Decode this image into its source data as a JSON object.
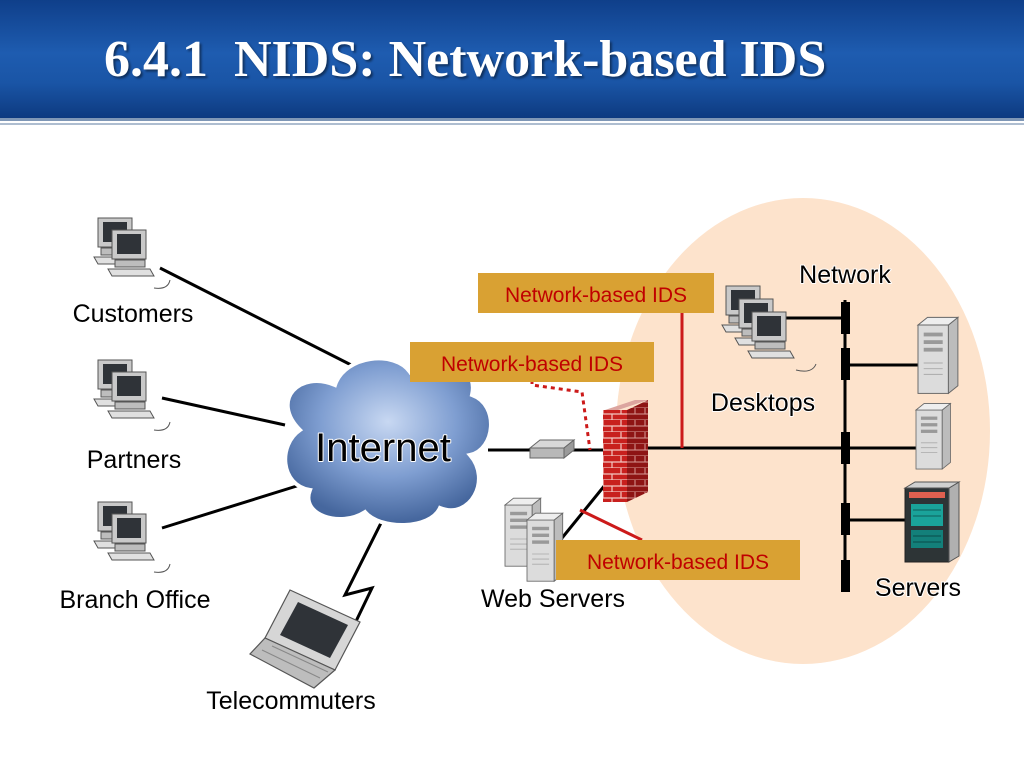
{
  "slide": {
    "title": "6.4.1  NIDS: Network-based IDS"
  },
  "nodes": {
    "customers": "Customers",
    "partners": "Partners",
    "branch_office": "Branch Office",
    "telecommuters": "Telecommuters",
    "internet": "Internet",
    "web_servers": "Web Servers",
    "desktops": "Desktops",
    "servers": "Servers",
    "network": "Network"
  },
  "ids_labels": {
    "top": "Network-based IDS",
    "middle": "Network-based IDS",
    "bottom": "Network-based IDS"
  },
  "colors": {
    "header_blue": "#1a55a6",
    "cloud_blue": "#7f9ed1",
    "internal_zone": "#fde3cc",
    "ids_box": "#d9a133",
    "ids_text": "#c00000",
    "firewall": "#cc2222",
    "ids_line": "#cc1a1a"
  },
  "icons": {
    "client": "desktop-computer-icon",
    "laptop": "laptop-icon",
    "server": "server-tower-icon",
    "router": "router-icon",
    "firewall": "brick-firewall-icon"
  }
}
